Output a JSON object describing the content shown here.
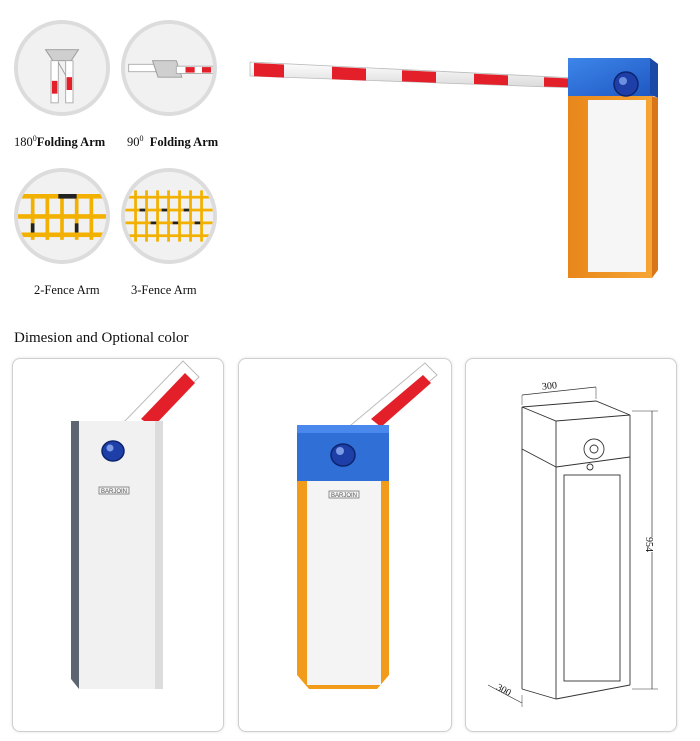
{
  "arm_options": [
    {
      "id": "folding-180",
      "degree": "180",
      "superscript": "0",
      "label": "Folding Arm"
    },
    {
      "id": "folding-90",
      "degree": "90",
      "superscript": "0",
      "label": "Folding Arm"
    },
    {
      "id": "fence-2",
      "label": "2-Fence Arm"
    },
    {
      "id": "fence-3",
      "label": "3-Fence Arm"
    }
  ],
  "section_title": "Dimesion and Optional color",
  "brand_mark": "BARJOIN",
  "dimensions": {
    "width": "300",
    "height": "954",
    "depth": "300"
  },
  "colors": {
    "arm_red": "#e3202a",
    "cabinet_orange": "#f29a1a",
    "cabinet_blue": "#2f6fd6",
    "cabinet_gray": "#5c6570",
    "panel_white": "#f4f4f4",
    "lens_blue": "#1f3fa8"
  }
}
